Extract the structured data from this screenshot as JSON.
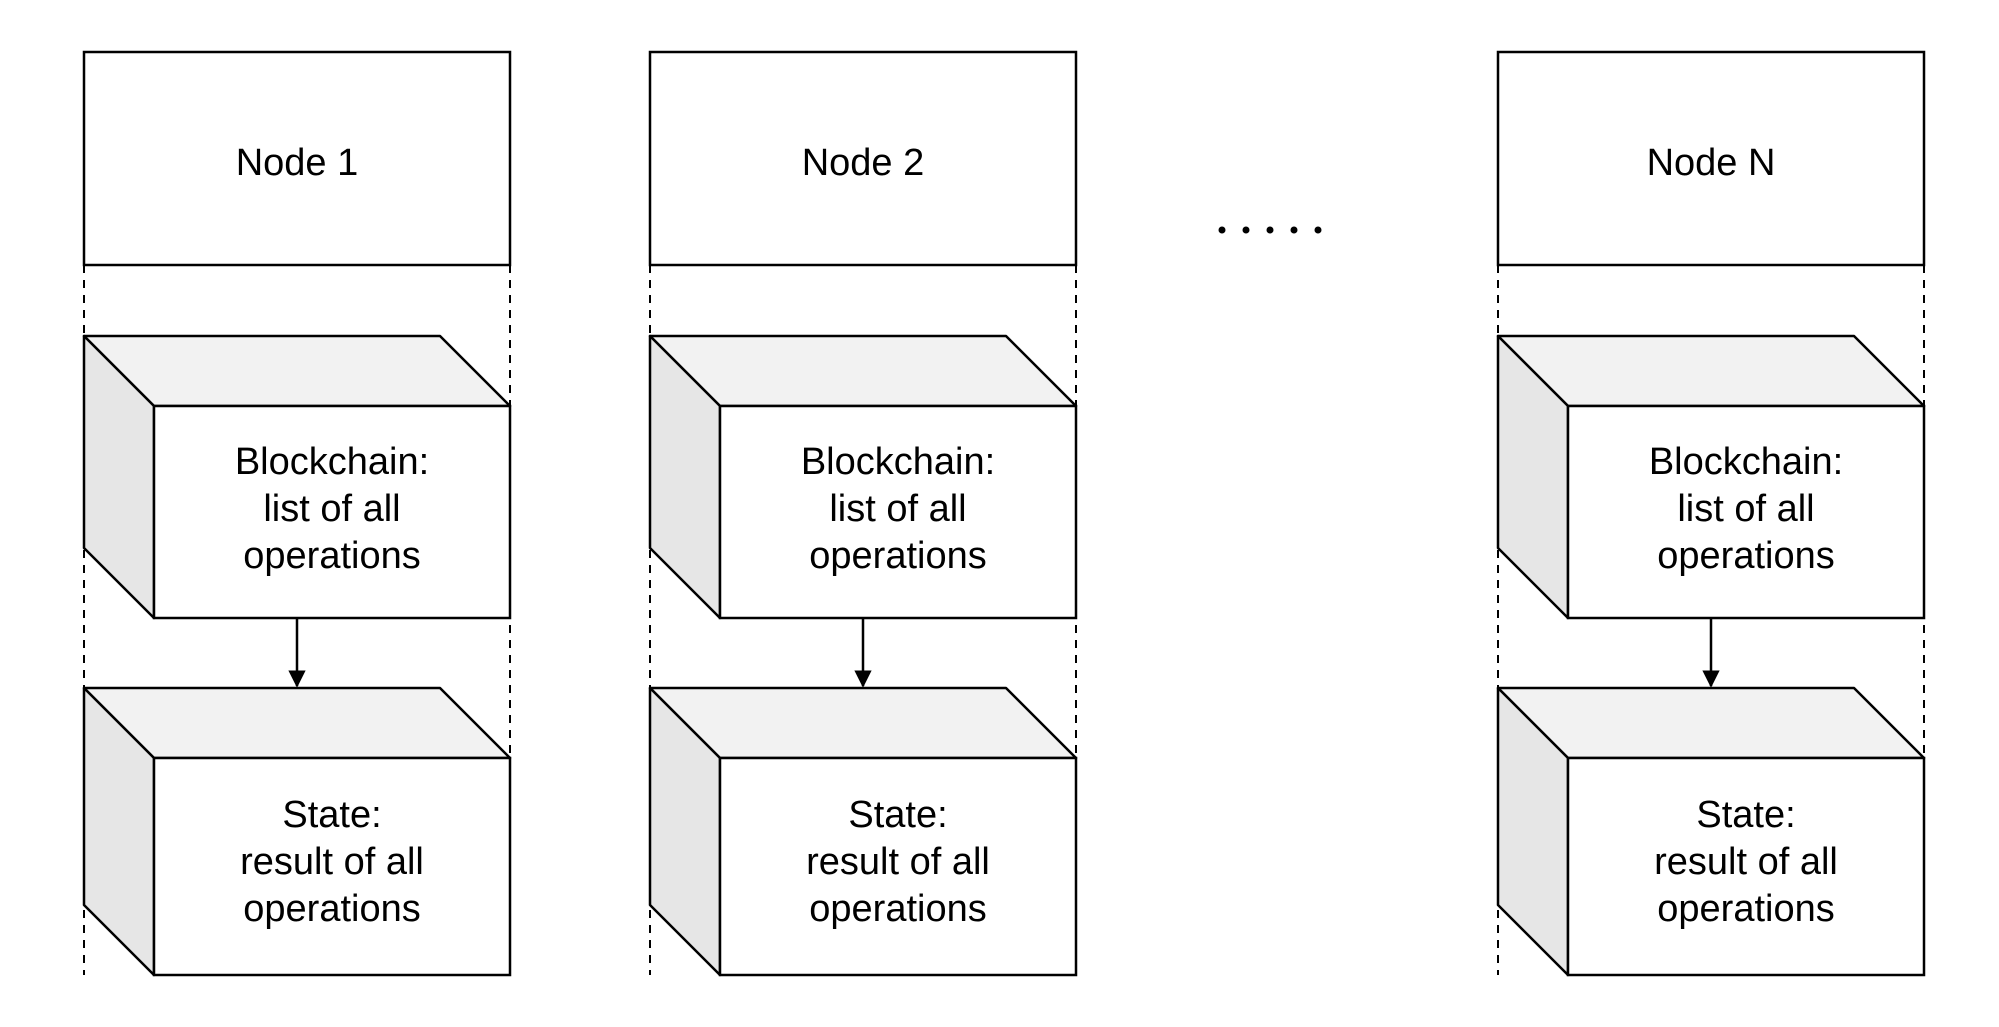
{
  "diagram": {
    "ellipsis": ".....",
    "nodes": [
      {
        "title": "Node 1",
        "blockchain": [
          "Blockchain:",
          "list of all",
          "operations"
        ],
        "state": [
          "State:",
          "result of all",
          "operations"
        ]
      },
      {
        "title": "Node 2",
        "blockchain": [
          "Blockchain:",
          "list of all",
          "operations"
        ],
        "state": [
          "State:",
          "result of all",
          "operations"
        ]
      },
      {
        "title": "Node N",
        "blockchain": [
          "Blockchain:",
          "list of all",
          "operations"
        ],
        "state": [
          "State:",
          "result of all",
          "operations"
        ]
      }
    ],
    "colors": {
      "line": "#000000",
      "box_fill": "#ffffff",
      "cube_side": "#e6e6e6",
      "cube_top": "#f2f2f2"
    }
  }
}
